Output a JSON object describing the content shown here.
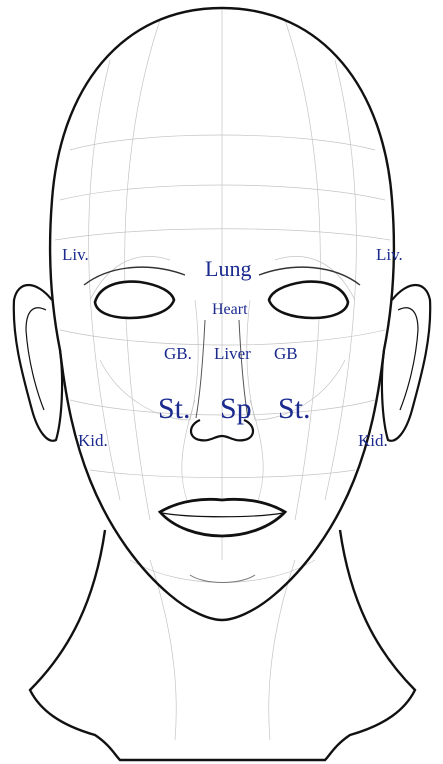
{
  "labels": {
    "liver_left": "Liv.",
    "liver_right": "Liv.",
    "lung": "Lung",
    "heart": "Heart",
    "gallbladder_left": "GB.",
    "liver_center": "Liver",
    "gallbladder_right": "GB",
    "stomach_left": "St.",
    "spleen": "Sp",
    "stomach_right": "St.",
    "kidney_left": "Kid.",
    "kidney_right": "Kid."
  },
  "colors": {
    "label": "#1b2a8f",
    "outline": "#111111",
    "mesh": "#b8b8b8"
  }
}
